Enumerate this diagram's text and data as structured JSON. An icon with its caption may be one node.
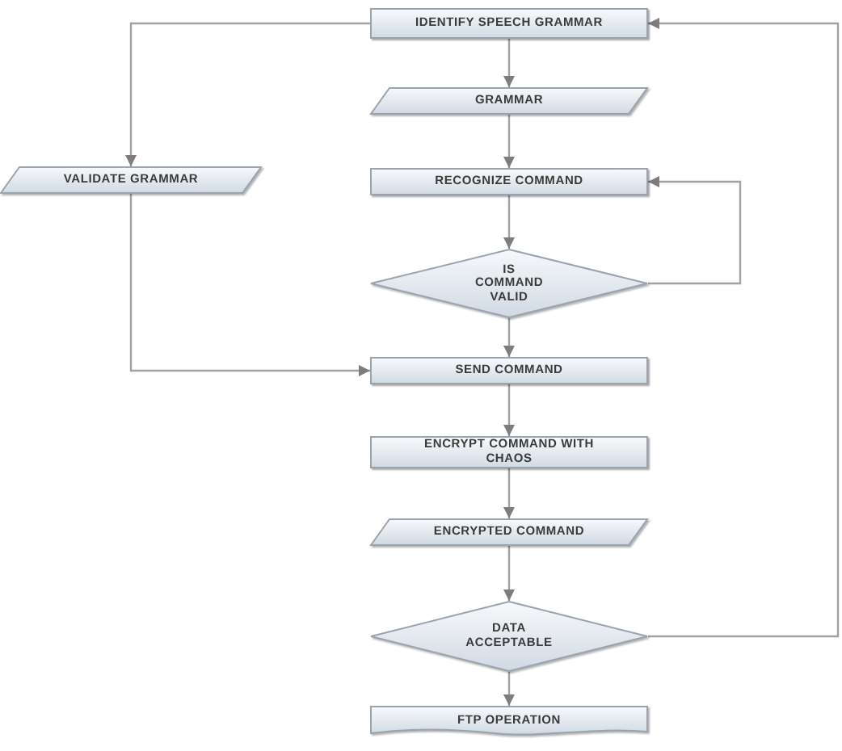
{
  "diagram": {
    "nodes": [
      {
        "text": [
          "IDENTIFY SPEECH GRAMMAR"
        ]
      },
      {
        "text": [
          "GRAMMAR"
        ]
      },
      {
        "text": [
          "VALIDATE GRAMMAR"
        ]
      },
      {
        "text": [
          "RECOGNIZE COMMAND"
        ]
      },
      {
        "text": [
          "IS COMMAND VALID"
        ]
      },
      {
        "text": [
          "SEND COMMAND"
        ]
      },
      {
        "text": [
          "ENCRYPT COMMAND WITH CHAOS"
        ]
      },
      {
        "text": [
          "ENCRYPTED COMMAND"
        ]
      },
      {
        "text": [
          "DATA ACCEPTABLE"
        ]
      },
      {
        "text": [
          "FTP OPERATION"
        ]
      }
    ],
    "edges": [
      {
        "from": 0,
        "to": 1,
        "arrow": "to"
      },
      {
        "from": 0,
        "to": 2,
        "arrow": "to"
      },
      {
        "from": 1,
        "to": 3,
        "arrow": "to"
      },
      {
        "from": 3,
        "to": 4,
        "arrow": "to"
      },
      {
        "from": 4,
        "to": 3,
        "arrow": "to"
      },
      {
        "from": 4,
        "to": 5,
        "arrow": "to"
      },
      {
        "from": 2,
        "to": 5,
        "arrow": "to"
      },
      {
        "from": 5,
        "to": 6,
        "arrow": "to"
      },
      {
        "from": 6,
        "to": 7,
        "arrow": "to"
      },
      {
        "from": 7,
        "to": 8,
        "arrow": "to"
      },
      {
        "from": 8,
        "to": 0,
        "arrow": "to"
      },
      {
        "from": 8,
        "to": 9,
        "arrow": "to"
      }
    ]
  }
}
